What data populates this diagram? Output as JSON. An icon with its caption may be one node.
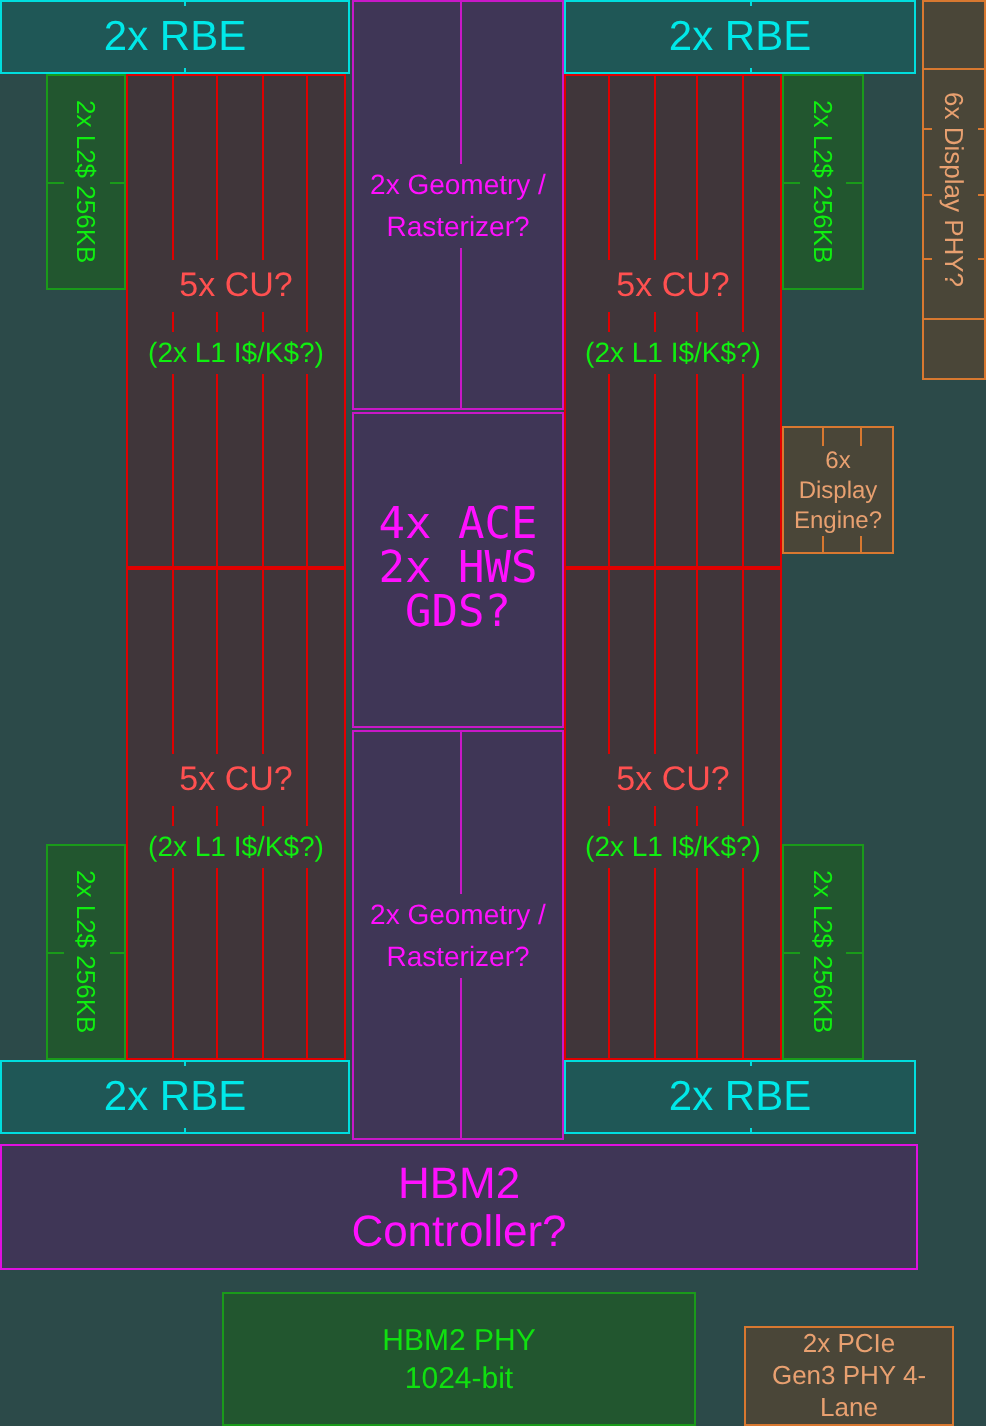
{
  "diagram": {
    "nodes": [
      {
        "text": [
          "2x RBE"
        ]
      },
      {
        "text": [
          "2x Geometry / Rasterizer?"
        ]
      },
      {
        "text": [
          "2x RBE"
        ]
      },
      {
        "text": [
          "6x Display PHY?"
        ]
      },
      {
        "text": [
          "2x L2$ 256KB"
        ]
      },
      {
        "text": [
          "5x CU?",
          "(2x L1 I$/K$?)"
        ]
      },
      {
        "text": [
          "5x CU?",
          "(2x L1 I$/K$?)"
        ]
      },
      {
        "text": [
          "2x L2$ 256KB"
        ]
      },
      {
        "text": [
          "6x Display Engine?"
        ]
      },
      {
        "text": [
          "4x ACE 2x HWS GDS?"
        ]
      },
      {
        "text": [
          "5x CU?",
          "(2x L1 I$/K$?)"
        ]
      },
      {
        "text": [
          "2x Geometry / Rasterizer?"
        ]
      },
      {
        "text": [
          "5x CU?",
          "(2x L1 I$/K$?)"
        ]
      },
      {
        "text": [
          "2x L2$ 256KB"
        ]
      },
      {
        "text": [
          "2x L2$ 256KB"
        ]
      },
      {
        "text": [
          "2x RBE"
        ]
      },
      {
        "text": [
          "2x RBE"
        ]
      },
      {
        "text": [
          "HBM2 Controller?"
        ]
      },
      {
        "text": [
          "HBM2 PHY 1024-bit"
        ]
      },
      {
        "text": [
          "2x PCIe Gen3 PHY 4-Lane"
        ]
      }
    ]
  }
}
